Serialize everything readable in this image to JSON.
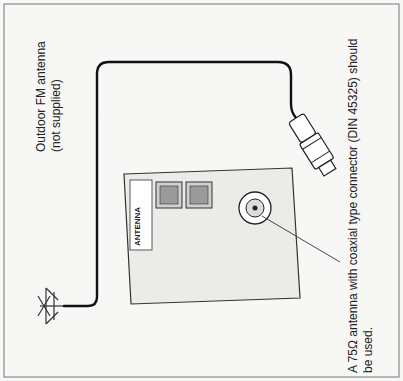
{
  "diagram": {
    "labels": [
      "Outdoor FM antenna (not supplied)",
      "ANTENNA",
      "A 75Ω antenna with coaxial type connector (DIN 45325) should be used."
    ]
  }
}
